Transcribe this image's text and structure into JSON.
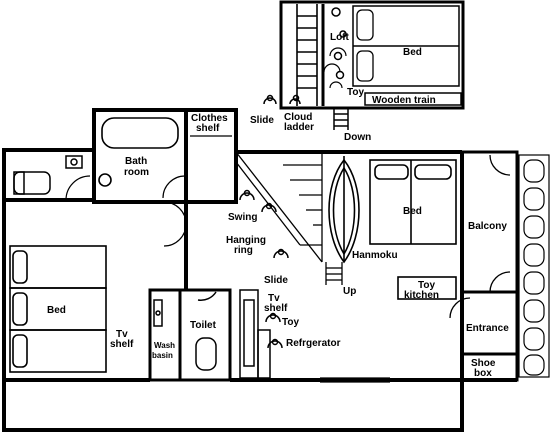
{
  "loft": {
    "loft": "Loft",
    "bed": "Bed",
    "toy": "Toy",
    "wooden_train": "Wooden train",
    "slide": "Slide",
    "cloud_ladder_1": "Cloud",
    "cloud_ladder_2": "ladder",
    "down": "Down"
  },
  "rooms": {
    "clothes_shelf_1": "Clothes",
    "clothes_shelf_2": "shelf",
    "bathroom_1": "Bath",
    "bathroom_2": "room",
    "bed_right": "Bed",
    "balcony": "Balcony",
    "hanmoku": "Hanmoku",
    "swing": "Swing",
    "hanging_ring_1": "Hanging",
    "hanging_ring_2": "ring",
    "slide": "Slide",
    "up": "Up",
    "toy_kitchen_1": "Toy",
    "toy_kitchen_2": "kitchen",
    "tv_shelf_center_1": "Tv",
    "tv_shelf_center_2": "shelf",
    "toy": "Toy",
    "refrigerator": "Refrgerator",
    "bed_left": "Bed",
    "tv_shelf_left_1": "Tv",
    "tv_shelf_left_2": "shelf",
    "wash_basin_1": "Wash",
    "wash_basin_2": "basin",
    "toilet": "Toilet",
    "entrance": "Entrance",
    "shoe_box_1": "Shoe",
    "shoe_box_2": "box"
  }
}
